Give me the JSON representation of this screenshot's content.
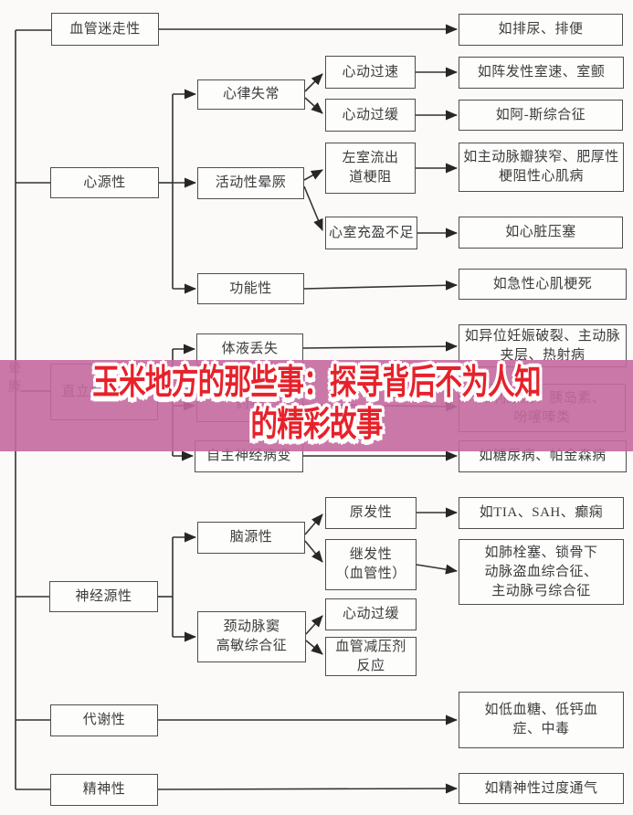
{
  "figure": {
    "root": {
      "label": "晕\n厥"
    }
  },
  "nodes": {
    "vasovagal": {
      "label": "血管迷走性"
    },
    "cardiac": {
      "label": "心源性"
    },
    "orthostatic": {
      "label": "直立性低血压"
    },
    "neurogenic": {
      "label": "神经源性"
    },
    "metabolic": {
      "label": "代谢性"
    },
    "psychogenic": {
      "label": "精神性"
    },
    "arrhythmia": {
      "label": "心律失常"
    },
    "exertional": {
      "label": "活动性晕厥"
    },
    "functional": {
      "label": "功能性"
    },
    "fluid_loss": {
      "label": "体液丢失"
    },
    "drugs": {
      "label": "药物"
    },
    "autonomic": {
      "label": "自主神经病变"
    },
    "cerebral": {
      "label": "脑源性"
    },
    "carotid": {
      "label": "颈动脉窦\n高敏综合征"
    },
    "tachycardia": {
      "label": "心动过速"
    },
    "bradycardia1": {
      "label": "心动过缓"
    },
    "lvot": {
      "label": "左室流出\n道梗阻"
    },
    "filling": {
      "label": "心室充盈不足"
    },
    "primary": {
      "label": "原发性"
    },
    "secondary": {
      "label": "继发性\n（血管性）"
    },
    "bradycardia2": {
      "label": "心动过缓"
    },
    "vasodepressor": {
      "label": "血管减压剂\n反应"
    },
    "out1": {
      "label": "如排尿、排便"
    },
    "out2": {
      "label": "如阵发性室速、室颤"
    },
    "out3": {
      "label": "如阿-斯综合征"
    },
    "out4": {
      "label": "如主动脉瓣狭窄、肥厚性\n梗阻性心肌病"
    },
    "out5": {
      "label": "如心脏压塞"
    },
    "out6": {
      "label": "如急性心肌梗死"
    },
    "out7": {
      "label": "如异位妊娠破裂、主动脉\n夹层、热射病"
    },
    "out8": {
      "label": "如利尿剂、胰岛素、\n吩噻嗪类"
    },
    "out9": {
      "label": "如糖尿病、帕金森病"
    },
    "out10": {
      "label": "如TIA、SAH、癫痫"
    },
    "out11": {
      "label": "如肺栓塞、锁骨下\n动脉盗血综合征、\n主动脉弓综合征"
    },
    "out12": {
      "label": "如低血糖、低钙血\n症、中毒"
    },
    "out13": {
      "label": "如精神性过度通气"
    }
  },
  "overlay": {
    "line1": "玉米地方的那些事：探寻背后不为人知",
    "line2": "的精彩故事",
    "band_color": "#c4699e",
    "text_color": "#e7212a"
  },
  "colors": {
    "background": "#fbfaf8",
    "line": "#333333",
    "box_border": "#4e4e4e",
    "box_text": "#3c3c3c"
  }
}
